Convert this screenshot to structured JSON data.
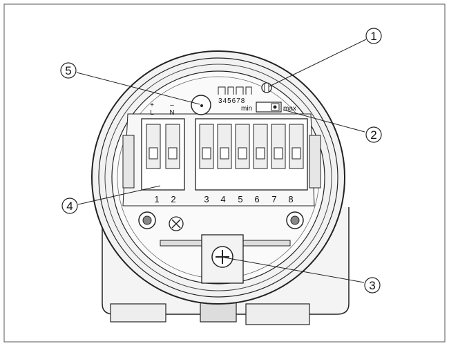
{
  "callouts": [
    {
      "label": "1"
    },
    {
      "label": "2"
    },
    {
      "label": "3"
    },
    {
      "label": "4"
    },
    {
      "label": "5"
    }
  ],
  "supply_terminals": {
    "plus_label": "+",
    "plus_letter": "L",
    "minus_label": "–",
    "minus_letter": "N"
  },
  "relay_digits": "345678",
  "switch": {
    "min_label": "min",
    "max_label": "max"
  },
  "terminal_numbers": [
    "1",
    "2",
    "3",
    "4",
    "5",
    "6",
    "7",
    "8"
  ]
}
